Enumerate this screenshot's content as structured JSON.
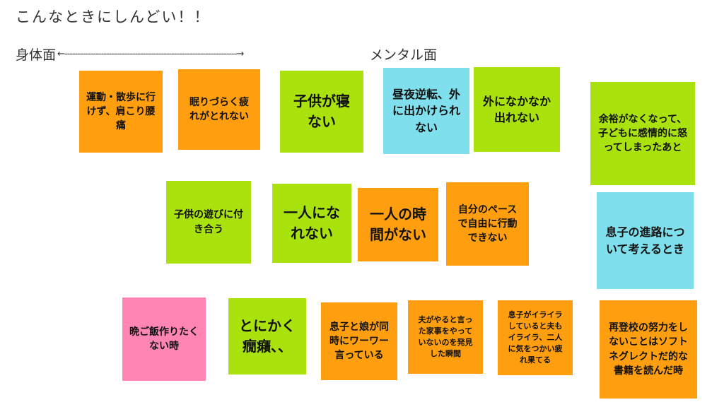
{
  "title": "こんなときにしんどい！！",
  "axis": {
    "left": "身体面",
    "line": "←------------------------------------------------------------------→",
    "right": "メンタル面"
  },
  "notes": [
    {
      "text": "運動・散歩に行けず、肩こり腰痛",
      "color": "#ff9f0f"
    },
    {
      "text": "眠りづらく疲れがとれない",
      "color": "#ff9f0f"
    },
    {
      "text": "子供が寝ない",
      "color": "#a9e20c"
    },
    {
      "text": "昼夜逆転、外に出かけられない",
      "color": "#80dfec"
    },
    {
      "text": "外になかなか出れない",
      "color": "#a9e20c"
    },
    {
      "text": "余裕がなくなって、子どもに感情的に怒ってしまったあと",
      "color": "#a9e20c"
    },
    {
      "text": "子供の遊びに付き合う",
      "color": "#a9e20c"
    },
    {
      "text": "一人になれない",
      "color": "#a9e20c"
    },
    {
      "text": "一人の時間がない",
      "color": "#ff9f0f"
    },
    {
      "text": "自分のペースで自由に行動できない",
      "color": "#ff9f0f"
    },
    {
      "text": "息子の進路について考えるとき",
      "color": "#80dfec"
    },
    {
      "text": "晩ご飯作りたくない時",
      "color": "#ff85b4"
    },
    {
      "text": "とにかく癇癪、、",
      "color": "#a9e20c"
    },
    {
      "text": "息子と娘が同時にワーワー言っている",
      "color": "#ff9f0f"
    },
    {
      "text": "夫がやると言った家事をやっていないのを発見した瞬間",
      "color": "#ff9f0f"
    },
    {
      "text": "息子がイライラしていると夫もイライラ、二人に気をつかい疲れ果てる",
      "color": "#ff9f0f"
    },
    {
      "text": "再登校の努力をしないことはソフトネグレクトだ的な書籍を読んだ時",
      "color": "#ff9f0f"
    }
  ]
}
